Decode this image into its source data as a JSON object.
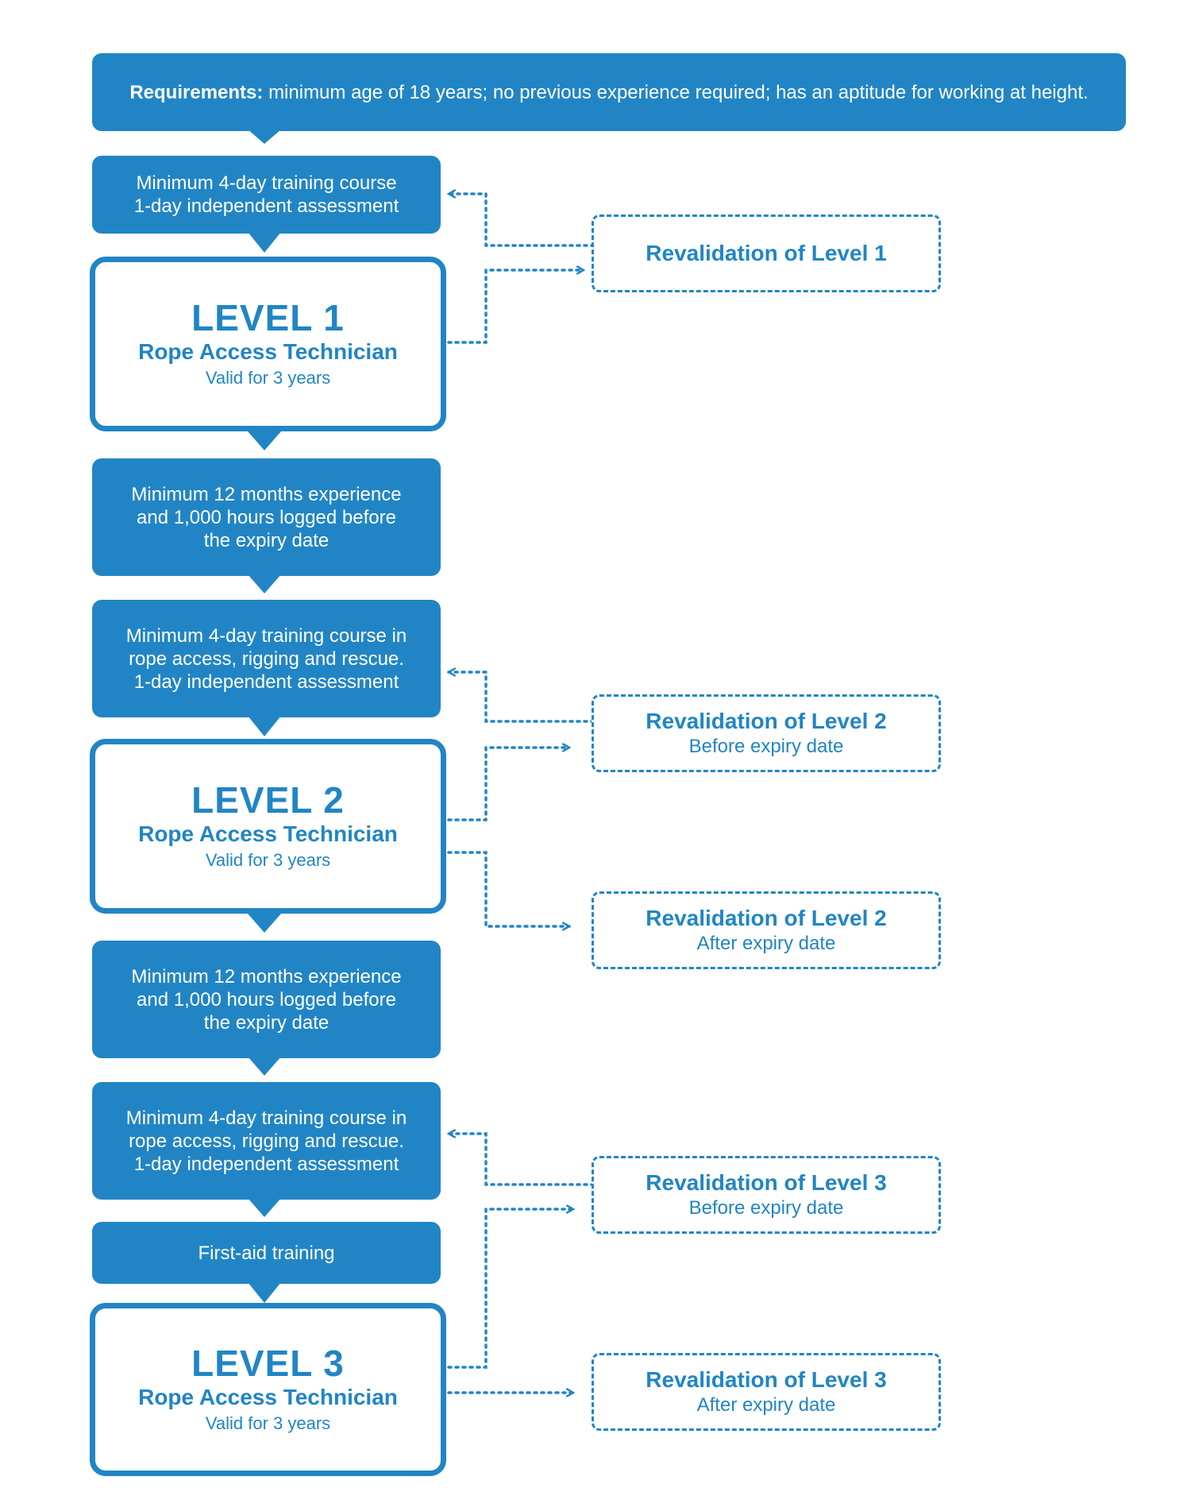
{
  "requirements": {
    "label": "Requirements:",
    "text": "minimum age of 18 years; no previous experience required; has an aptitude for working at height."
  },
  "steps": [
    {
      "lines": [
        "Minimum 4-day training course",
        "1-day independent assessment"
      ]
    },
    {
      "lines": [
        "Minimum 12 months experience",
        "and 1,000 hours logged before",
        "the expiry date"
      ]
    },
    {
      "lines": [
        "Minimum 4-day training course in",
        "rope access, rigging and rescue.",
        "1-day independent assessment"
      ]
    },
    {
      "lines": [
        "Minimum 12 months experience",
        "and 1,000 hours logged before",
        "the expiry date"
      ]
    },
    {
      "lines": [
        "Minimum 4-day training course in",
        "rope access, rigging and rescue.",
        "1-day independent assessment"
      ]
    },
    {
      "lines": [
        "First-aid training"
      ]
    }
  ],
  "levels": [
    {
      "title": "LEVEL 1",
      "subtitle": "Rope Access Technician",
      "validity": "Valid for 3 years"
    },
    {
      "title": "LEVEL 2",
      "subtitle": "Rope Access Technician",
      "validity": "Valid for 3 years"
    },
    {
      "title": "LEVEL 3",
      "subtitle": "Rope Access Technician",
      "validity": "Valid for 3 years"
    }
  ],
  "revalidations": [
    {
      "title": "Revalidation of Level 1",
      "subtitle": ""
    },
    {
      "title": "Revalidation of Level 2",
      "subtitle": "Before expiry date"
    },
    {
      "title": "Revalidation of Level 2",
      "subtitle": "After expiry date"
    },
    {
      "title": "Revalidation of Level 3",
      "subtitle": "Before expiry date"
    },
    {
      "title": "Revalidation of Level 3",
      "subtitle": "After expiry date"
    }
  ],
  "colors": {
    "primary": "#2185c5",
    "text_on_primary": "#ffffff",
    "background": "#ffffff"
  }
}
